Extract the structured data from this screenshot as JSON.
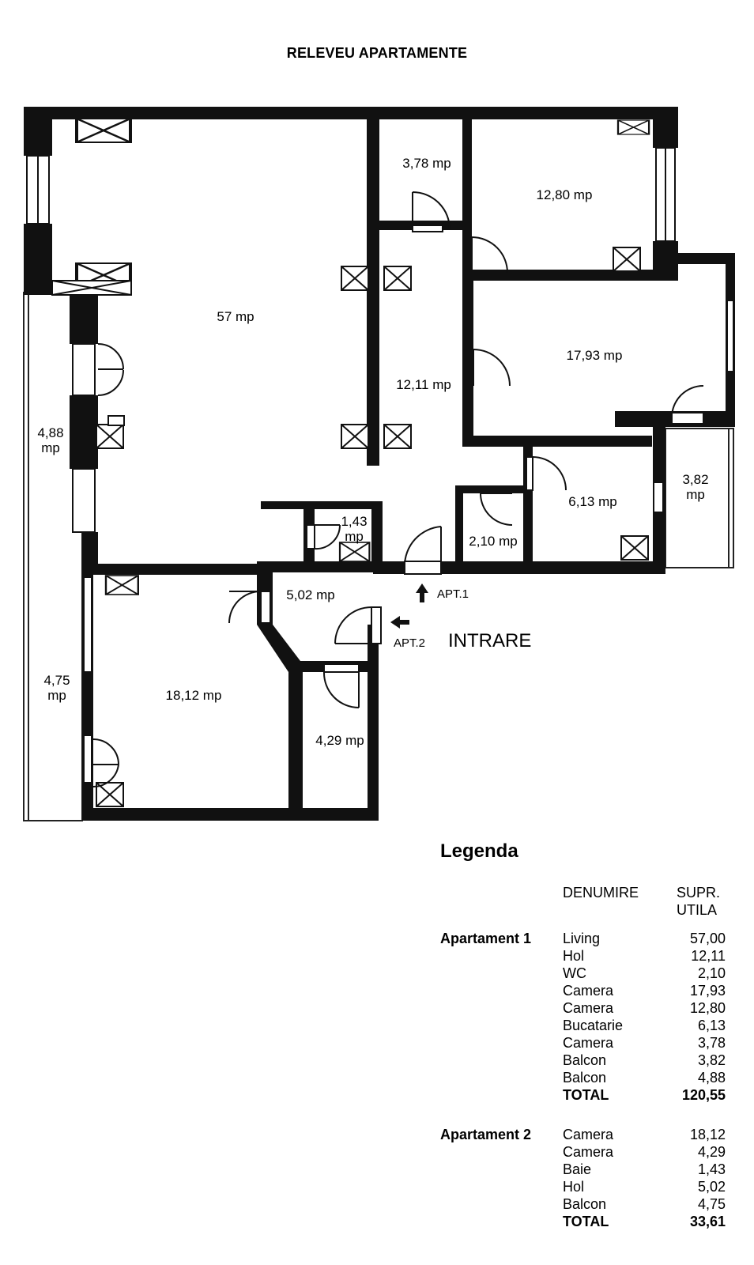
{
  "title": "RELEVEU APARTAMENTE",
  "rooms": {
    "living": "57 mp",
    "camera_3_78": "3,78 mp",
    "camera_12_80": "12,80 mp",
    "hol_12_11": "12,11 mp",
    "camera_17_93": "17,93 mp",
    "balcon_4_88_a": "4,88",
    "balcon_4_88_b": "mp",
    "bucatarie": "6,13 mp",
    "balcon_3_82_a": "3,82",
    "balcon_3_82_b": "mp",
    "baie_1_43_a": "1,43",
    "baie_1_43_b": "mp",
    "wc_2_10": "2,10 mp",
    "hol_5_02": "5,02 mp",
    "balcon_4_75_a": "4,75",
    "balcon_4_75_b": "mp",
    "camera_18_12": "18,12 mp",
    "camera_4_29": "4,29 mp"
  },
  "entrance": {
    "apt1": "APT.1",
    "apt2": "APT.2",
    "intrare": "INTRARE"
  },
  "legend": {
    "title": "Legenda",
    "col_name": "DENUMIRE",
    "col_area_1": "SUPR.",
    "col_area_2": "UTILA",
    "apartments": [
      {
        "name": "Apartament 1",
        "rows": [
          {
            "name": "Living",
            "value": "57,00"
          },
          {
            "name": "Hol",
            "value": "12,11"
          },
          {
            "name": "WC",
            "value": "2,10"
          },
          {
            "name": "Camera",
            "value": "17,93"
          },
          {
            "name": "Camera",
            "value": "12,80"
          },
          {
            "name": "Bucatarie",
            "value": "6,13"
          },
          {
            "name": "Camera",
            "value": "3,78"
          },
          {
            "name": "Balcon",
            "value": "3,82"
          },
          {
            "name": "Balcon",
            "value": "4,88"
          }
        ],
        "total_label": "TOTAL",
        "total_value": "120,55"
      },
      {
        "name": "Apartament 2",
        "rows": [
          {
            "name": "Camera",
            "value": "18,12"
          },
          {
            "name": "Camera",
            "value": "4,29"
          },
          {
            "name": "Baie",
            "value": "1,43"
          },
          {
            "name": "Hol",
            "value": "5,02"
          },
          {
            "name": "Balcon",
            "value": "4,75"
          }
        ],
        "total_label": "TOTAL",
        "total_value": "33,61"
      }
    ]
  }
}
